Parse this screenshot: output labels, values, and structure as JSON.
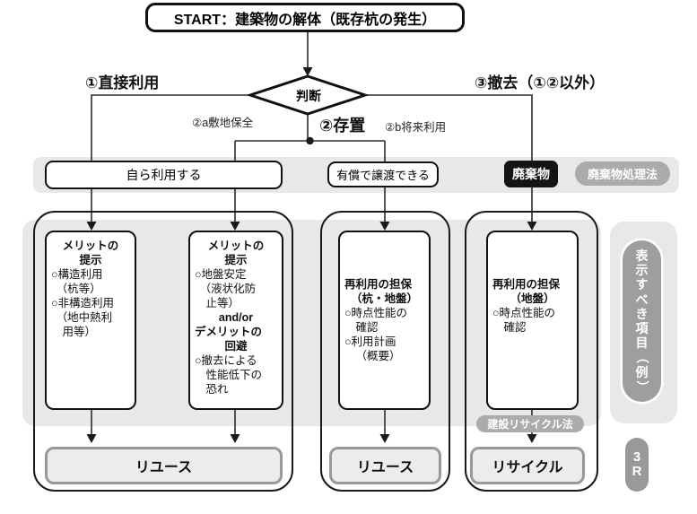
{
  "colors": {
    "band_gray": "#e8e8e8",
    "pill_gray": "#ababab",
    "side_pill_gray": "#9e9e9e",
    "waste_black": "#141414",
    "outcome_fill": "#ececec",
    "outcome_border": "#999999"
  },
  "start": {
    "label": "START：建築物の解体（既存杭の発生）"
  },
  "decision": {
    "label": "判断"
  },
  "branches": {
    "direct_use": "①直接利用",
    "leave_in_place": "②存置",
    "site_preservation": "②a敷地保全",
    "future_use": "②b将来利用",
    "removal": "③撤去（①②以外）"
  },
  "band1": {
    "self_use": "自ら利用する",
    "transfer": "有償で譲渡できる",
    "waste": "廃棄物",
    "waste_law": "廃棄物処理法"
  },
  "boxes": {
    "box1": {
      "lines": [
        {
          "t": "メリットの",
          "b": true,
          "c": true
        },
        {
          "t": "提示",
          "b": true,
          "c": true
        },
        {
          "t": "○構造利用"
        },
        {
          "t": "（杭等）",
          "i": 1
        },
        {
          "t": "○非構造利用"
        },
        {
          "t": "（地中熱利",
          "i": 1
        },
        {
          "t": "用等）",
          "i": 2
        }
      ]
    },
    "box2": {
      "lines": [
        {
          "t": "メリットの",
          "b": true,
          "c": true
        },
        {
          "t": "提示",
          "b": true,
          "c": true
        },
        {
          "t": "○地盤安定"
        },
        {
          "t": "（液状化防",
          "i": 1
        },
        {
          "t": "止等）",
          "i": 2
        },
        {
          "t": "and/or",
          "b": true,
          "c": true
        },
        {
          "t": "デメリットの",
          "b": true
        },
        {
          "t": "回避",
          "b": true,
          "c": true
        },
        {
          "t": "○撤去による"
        },
        {
          "t": "性能低下の",
          "i": 2
        },
        {
          "t": "恐れ",
          "i": 2
        }
      ]
    },
    "box3": {
      "lines": [
        {
          "t": "再利用の担保",
          "b": true
        },
        {
          "t": "（杭・地盤）",
          "b": true,
          "c": true
        },
        {
          "t": "○時点性能の"
        },
        {
          "t": "確認",
          "i": 2
        },
        {
          "t": "○利用計画"
        },
        {
          "t": "（概要）",
          "i": 2
        }
      ]
    },
    "box4": {
      "lines": [
        {
          "t": "再利用の担保",
          "b": true
        },
        {
          "t": "（地盤）",
          "b": true,
          "c": true
        },
        {
          "t": "○時点性能の"
        },
        {
          "t": "確認",
          "i": 2
        }
      ]
    }
  },
  "outcomes": {
    "reuse_a": "リユース",
    "reuse_b": "リユース",
    "recycle": "リサイクル",
    "recycle_law": "建設リサイクル法"
  },
  "side": {
    "display_items": "表示すべき項目",
    "example": "（例）",
    "three_r": "3R"
  }
}
